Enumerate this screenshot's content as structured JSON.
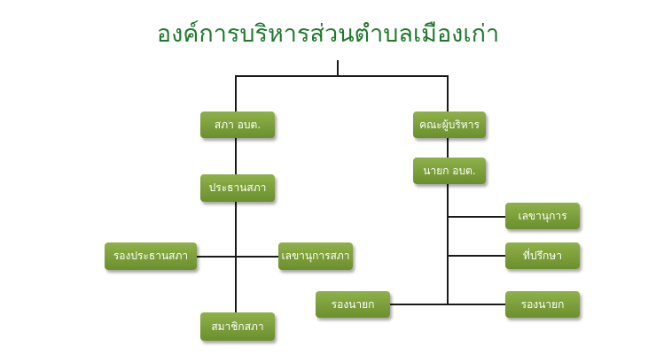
{
  "title": "องค์การบริหารส่วนตำบลเมืองเก่า",
  "boxes": {
    "council": "สภา อบต.",
    "executives": "คณะผู้บริหาร",
    "council_chair": "ประธานสภา",
    "mayor": "นายก อบต.",
    "secretary": "เลขานุการ",
    "advisor": "ที่ปรึกษา",
    "deputy_mayor_right": "รองนายก",
    "vice_chair": "รองประธานสภา",
    "council_secretary": "เลขานุการสภา",
    "deputy_mayor_left": "รองนายก",
    "council_member": "สมาชิกสภา"
  }
}
